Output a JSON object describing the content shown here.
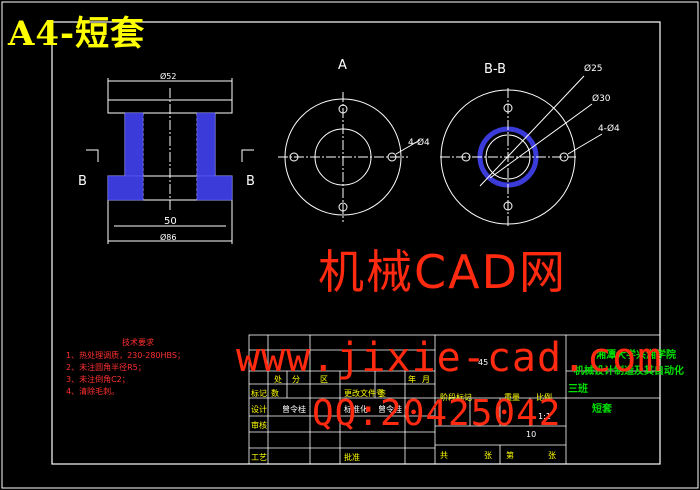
{
  "title": "A4-短套",
  "views": {
    "view_a_label": "A",
    "view_bb_label": "B-B",
    "section_b_left": "B",
    "section_b_right": "B"
  },
  "dimensions": {
    "top_diameter": "Ø52",
    "length": "50",
    "bottom_diameter": "Ø86",
    "holes_a": "4-Ø4",
    "bb_d25": "Ø25",
    "bb_d30": "Ø30",
    "holes_bb": "4-Ø4"
  },
  "watermarks": {
    "brand": "机械CAD网",
    "url": "www.jixie-cad.com",
    "qq": "QQ:20425042"
  },
  "tech_requirements": {
    "heading": "技术要求",
    "items": [
      "1、热处理调质，230-280HBS；",
      "2、未注圆角半径R5；",
      "3、未注倒角C2；",
      "4、清除毛刺。"
    ]
  },
  "title_block": {
    "school": "湘潭大学兴湘学院",
    "department": "机械设计制造及其自动化",
    "class": "三班",
    "part_name": "短套",
    "row_a": [
      "处",
      "分",
      "区",
      "更改文件号",
      "签",
      "年",
      "月"
    ],
    "designer": "曾令桂",
    "standardize": "标准化",
    "standardizer": "曾令桂",
    "stage_label": "阶段标记",
    "weight_label": "重量",
    "scale_label": "比例",
    "scale_value": "1:1",
    "left_labels": [
      "标记",
      "数",
      "设计",
      "审核",
      "工艺"
    ],
    "num_45": "45",
    "num_10": "10",
    "sheets": "共",
    "sheet_total": "张",
    "sheet_no": "第",
    "sheet_no_unit": "张",
    "batch": "批准"
  },
  "colors": {
    "frame": "#ffffff",
    "title": "#ffff00",
    "watermark": "#ff2a10",
    "hatch": "#3b3bd9",
    "green": "#00e000"
  }
}
